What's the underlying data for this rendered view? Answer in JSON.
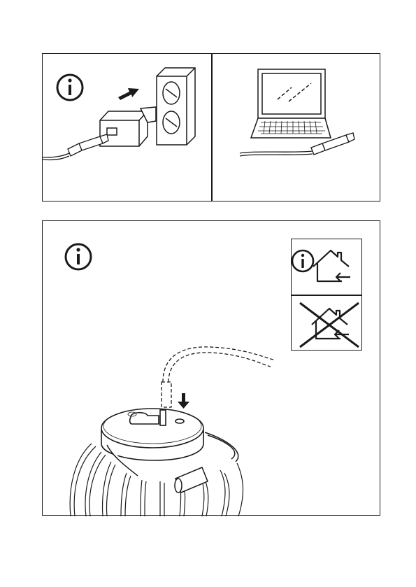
{
  "top_panel": {
    "info_icon": "info-circle-icon",
    "left_illustration": "usb-adapter-into-wall-socket",
    "right_illustration": "usb-cable-into-laptop"
  },
  "bottom_panel": {
    "info_icon": "info-circle-icon",
    "usage_indoor_icon": "house-arrow-in-icon",
    "usage_outdoor_icon": "house-crossed-out-icon",
    "illustration": "usb-cable-into-lantern-top"
  },
  "colors": {
    "line": "#1a1a1a",
    "background": "#ffffff"
  }
}
